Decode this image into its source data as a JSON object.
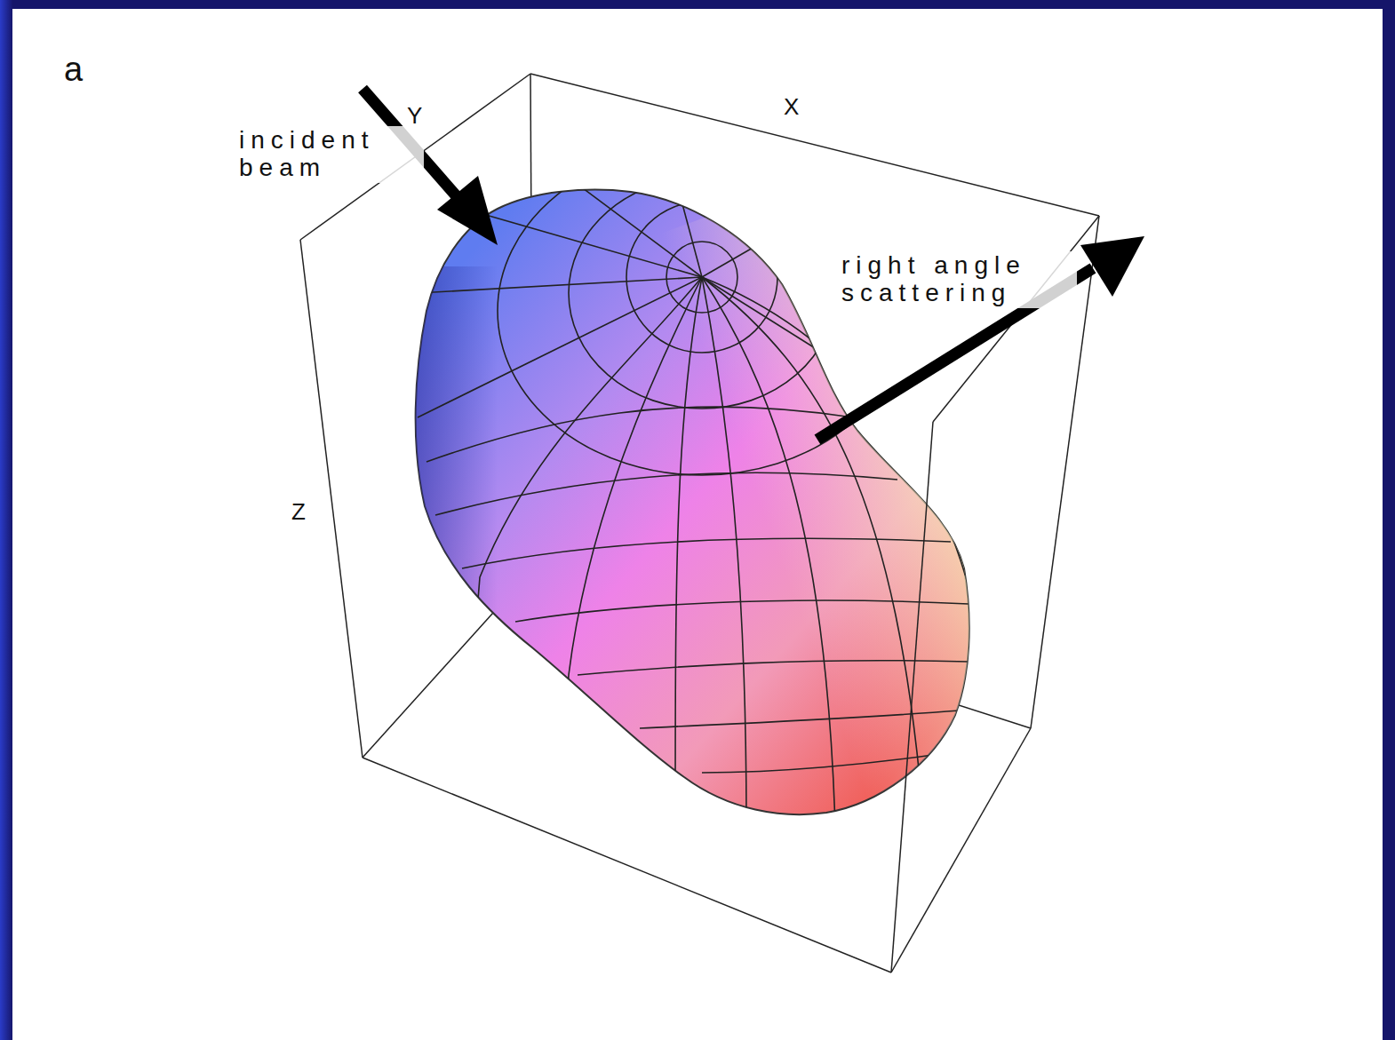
{
  "diagram": {
    "labels": [
      "a",
      "Y",
      "X",
      "Z",
      "incident beam",
      "right angle scattering"
    ]
  }
}
